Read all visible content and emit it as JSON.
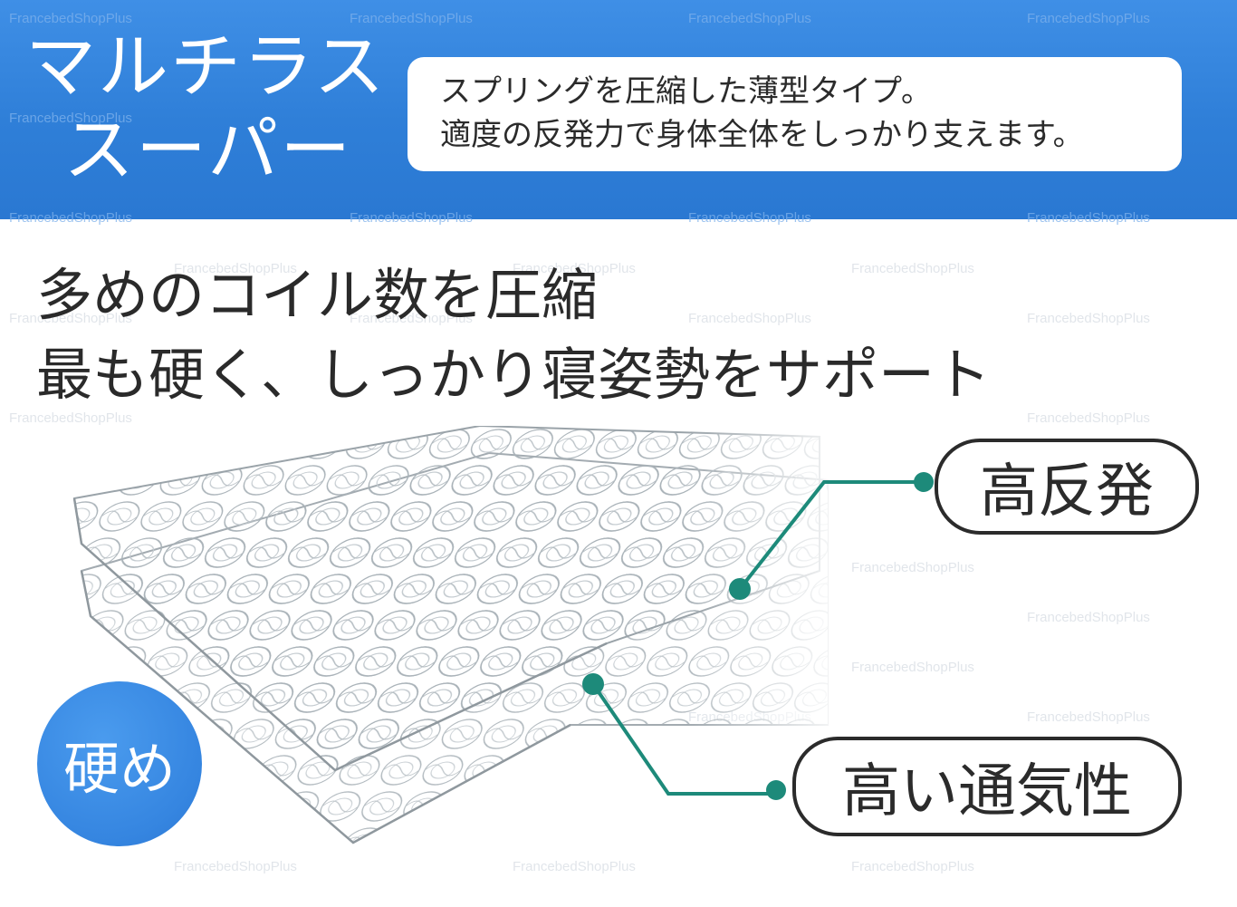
{
  "header": {
    "product_name_line1": "マルチラス",
    "product_name_line2": "スーパー",
    "description_line1": "スプリングを圧縮した薄型タイプ。",
    "description_line2": "適度の反発力で身体全体をしっかり支えます。"
  },
  "headline": {
    "line1": "多めのコイル数を圧縮",
    "line2": "最も硬く、しっかり寝姿勢をサポート"
  },
  "callouts": {
    "high_rebound": "高反発",
    "breathability": "高い通気性"
  },
  "badge": {
    "hardness": "硬め"
  },
  "watermark": {
    "text": "FrancebedShopPlus"
  },
  "colors": {
    "header_blue": "#2f7fd8",
    "accent_teal": "#1d8a7a",
    "text_dark": "#2b2b2b",
    "badge_blue": "#3585e0"
  }
}
